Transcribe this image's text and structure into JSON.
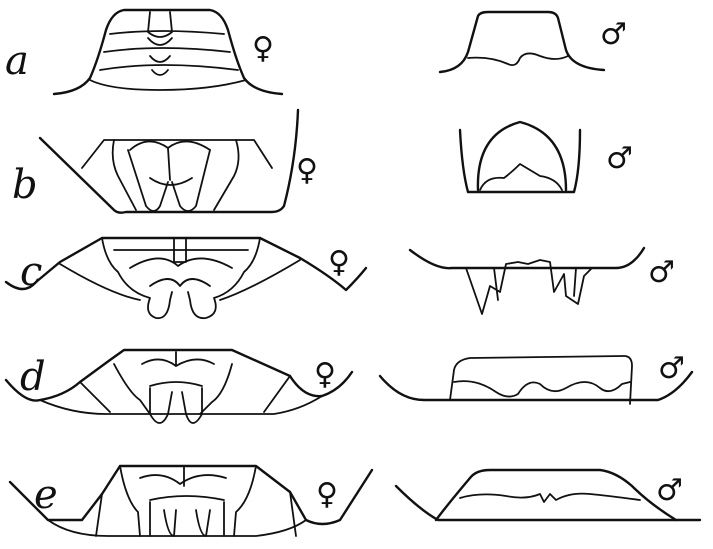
{
  "rows": [
    {
      "label": "a",
      "female_symbol": "♀",
      "male_symbol": "♂"
    },
    {
      "label": "b",
      "female_symbol": "♀",
      "male_symbol": "♂"
    },
    {
      "label": "c",
      "female_symbol": "♀",
      "male_symbol": "♂"
    },
    {
      "label": "d",
      "female_symbol": "♀",
      "male_symbol": "♂"
    },
    {
      "label": "e",
      "female_symbol": "♀",
      "male_symbol": "♂"
    }
  ]
}
